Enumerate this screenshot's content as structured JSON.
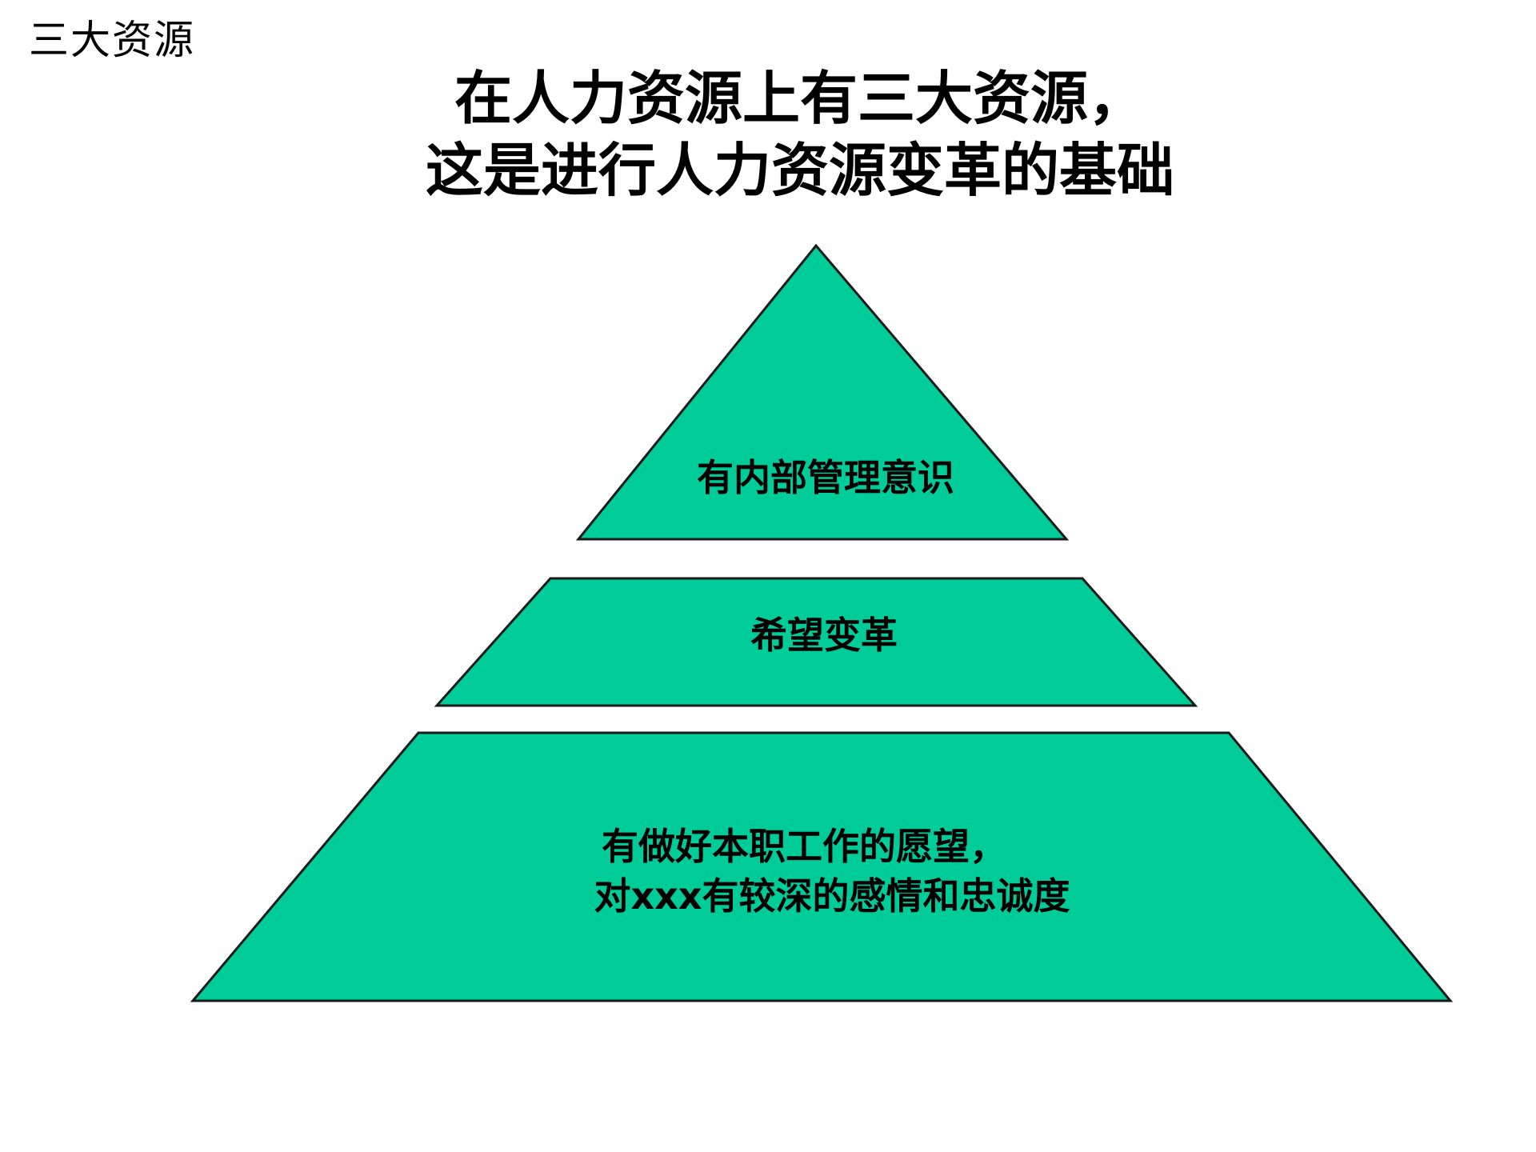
{
  "corner_label": "三大资源",
  "title": {
    "line1": "在人力资源上有三大资源，",
    "line2": "这是进行人力资源变革的基础"
  },
  "pyramid": {
    "fill_color": "#00CC99",
    "stroke_color": "#1a1a1a",
    "top": {
      "label": "有内部管理意识"
    },
    "middle": {
      "label": "希望变革"
    },
    "bottom": {
      "line1": "有做好本职工作的愿望，",
      "line2": "对xxx有较深的感情和忠诚度"
    }
  }
}
